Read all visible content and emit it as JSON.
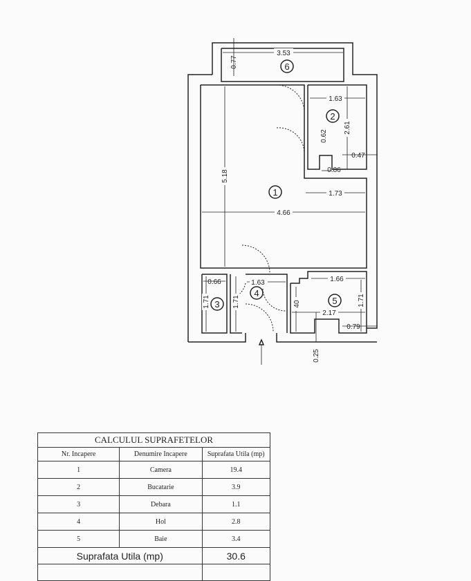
{
  "plan": {
    "rooms": {
      "r1": "1",
      "r2": "2",
      "r3": "3",
      "r4": "4",
      "r5": "5",
      "r6": "6"
    },
    "dims": {
      "d353": "3.53",
      "d077": "0.77",
      "d163a": "1.63",
      "d261": "2.61",
      "d062": "0.62",
      "d047": "0.47",
      "d086": "0.86",
      "d518": "5.18",
      "d173": "1.73",
      "d466": "4.66",
      "d066": "0.66",
      "d163b": "1.63",
      "d171a": "1.71",
      "d171b": "1.71",
      "d40": "40",
      "d166": "1.66",
      "d171c": "1.71",
      "d217": "2.17",
      "d079": "0.79",
      "d025": "0.25"
    }
  },
  "table": {
    "title": "CALCULUL SUPRAFETELOR",
    "headers": [
      "Nr. Incapere",
      "Denumire Incapere",
      "Suprafata Utila (mp)"
    ],
    "rows": [
      [
        "1",
        "Camera",
        "19.4"
      ],
      [
        "2",
        "Bucatarie",
        "3.9"
      ],
      [
        "3",
        "Debara",
        "1.1"
      ],
      [
        "4",
        "Hol",
        "2.8"
      ],
      [
        "5",
        "Baie",
        "3.4"
      ]
    ],
    "total_label": "Suprafata Utila (mp)",
    "total_value": "30.6"
  }
}
